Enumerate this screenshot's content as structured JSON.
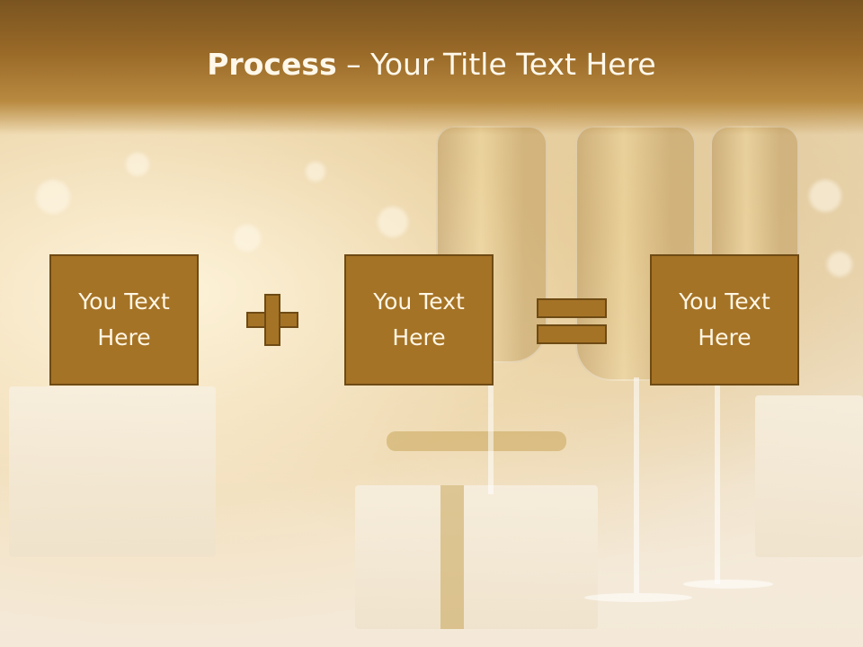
{
  "slide": {
    "title_bold": "Process",
    "title_rest": " – Your Title Text Here",
    "boxes": [
      {
        "text": "You Text Here"
      },
      {
        "text": "You Text Here"
      },
      {
        "text": "You Text Here"
      }
    ],
    "operators": [
      "plus-icon",
      "equals-icon"
    ],
    "colors": {
      "box_fill": "#a57326",
      "box_border": "#6e4a14",
      "title_band": "#9a6a28",
      "title_text": "#fff8ea"
    }
  }
}
